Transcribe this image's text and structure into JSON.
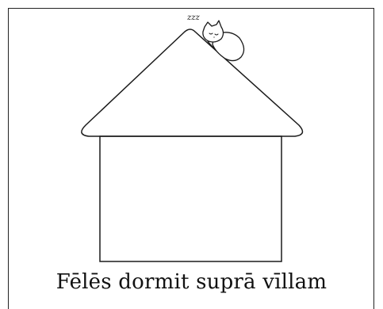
{
  "illustration": {
    "sleep_text": "zzz",
    "caption": "Fēlēs dormit suprā vīllam"
  },
  "colors": {
    "line": "#1a1a1a",
    "background": "#ffffff"
  },
  "icons": [
    "sleeping-cat-icon",
    "house-outline"
  ]
}
